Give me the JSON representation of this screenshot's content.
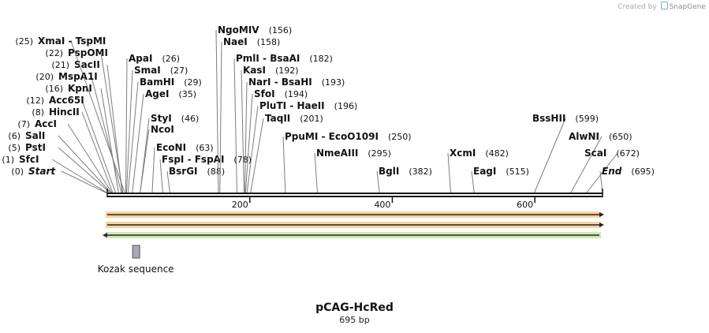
{
  "credit": {
    "prefix": "Created by",
    "brand": "SnapGene"
  },
  "plasmid": {
    "name": "pCAG-HcRed",
    "length_label": "695 bp",
    "length_bp": 695
  },
  "ruler": {
    "ticks": [
      200,
      400,
      600
    ]
  },
  "features": [
    {
      "name": "Kozak sequence",
      "start": 40,
      "end": 50,
      "kind": "box",
      "color": "#a9a9b3"
    }
  ],
  "tracks": [
    {
      "direction": "forward",
      "start": 1,
      "end": 695,
      "color": "#f0a030"
    },
    {
      "direction": "forward",
      "start": 1,
      "end": 695,
      "color": "#f0a030"
    },
    {
      "direction": "reverse",
      "start": 1,
      "end": 695,
      "color": "#8fd14f"
    }
  ],
  "sites": [
    {
      "label": "Start",
      "pos": 0,
      "italic": true
    },
    {
      "label": "SfcI",
      "pos": 1
    },
    {
      "label": "PstI",
      "pos": 5
    },
    {
      "label": "SalI",
      "pos": 6
    },
    {
      "label": "AccI",
      "pos": 7
    },
    {
      "label": "HincII",
      "pos": 8
    },
    {
      "label": "Acc65I",
      "pos": 12
    },
    {
      "label": "KpnI",
      "pos": 16
    },
    {
      "label": "MspA1I",
      "pos": 20
    },
    {
      "label": "SacII",
      "pos": 21
    },
    {
      "label": "PspOMI",
      "pos": 22
    },
    {
      "label": "XmaI - TspMI",
      "pos": 25
    },
    {
      "label": "ApaI",
      "pos": 26
    },
    {
      "label": "SmaI",
      "pos": 27
    },
    {
      "label": "BamHI",
      "pos": 29
    },
    {
      "label": "AgeI",
      "pos": 35
    },
    {
      "label": "StyI",
      "pos": 46
    },
    {
      "label": "NcoI",
      "pos": 46,
      "no_num": true
    },
    {
      "label": "EcoNI",
      "pos": 63
    },
    {
      "label": "FspI - FspAI",
      "pos": 78
    },
    {
      "label": "BsrGI",
      "pos": 88
    },
    {
      "label": "NgoMIV",
      "pos": 156
    },
    {
      "label": "NaeI",
      "pos": 158
    },
    {
      "label": "PmlI - BsaAI",
      "pos": 182
    },
    {
      "label": "KasI",
      "pos": 192
    },
    {
      "label": "NarI - BsaHI",
      "pos": 193
    },
    {
      "label": "SfoI",
      "pos": 194
    },
    {
      "label": "PluTI - HaeII",
      "pos": 196
    },
    {
      "label": "TaqII",
      "pos": 201
    },
    {
      "label": "PpuMI - EcoO109I",
      "pos": 250
    },
    {
      "label": "NmeAIII",
      "pos": 295
    },
    {
      "label": "BglI",
      "pos": 382
    },
    {
      "label": "XcmI",
      "pos": 482
    },
    {
      "label": "EagI",
      "pos": 515
    },
    {
      "label": "BssHII",
      "pos": 599
    },
    {
      "label": "AlwNI",
      "pos": 650
    },
    {
      "label": "ScaI",
      "pos": 672
    },
    {
      "label": "End",
      "pos": 695,
      "italic": true
    }
  ]
}
